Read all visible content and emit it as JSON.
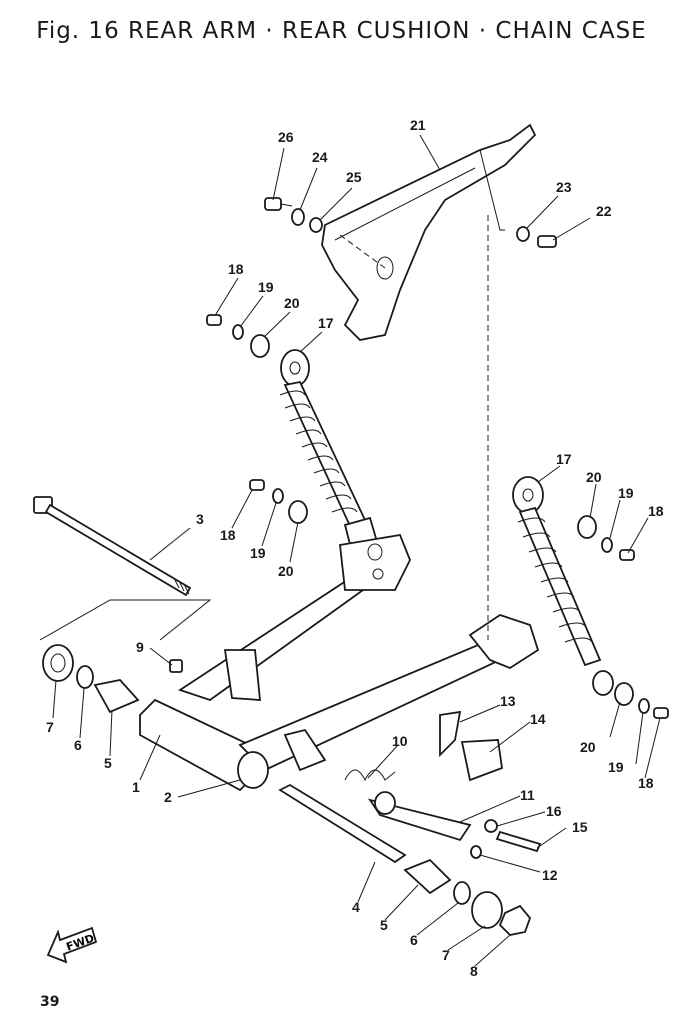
{
  "title": "Fig. 16  REAR ARM · REAR CUSHION · CHAIN CASE",
  "page_number": "39",
  "fwd_label": "FWD",
  "callouts": [
    "1",
    "2",
    "3",
    "4",
    "5",
    "5",
    "6",
    "6",
    "7",
    "7",
    "8",
    "9",
    "10",
    "11",
    "12",
    "13",
    "14",
    "15",
    "16",
    "17",
    "17",
    "18",
    "18",
    "18",
    "18",
    "19",
    "19",
    "19",
    "19",
    "20",
    "20",
    "20",
    "20",
    "21",
    "22",
    "23",
    "24",
    "25",
    "26"
  ]
}
